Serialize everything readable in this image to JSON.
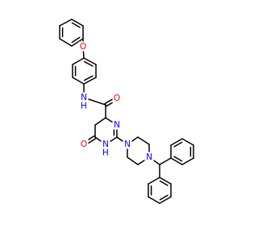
{
  "colors": {
    "bond": "#000000",
    "oxygen": "#ff0000",
    "nitrogen": "#0000ff",
    "background": "#ffffff"
  },
  "atom_labels": {
    "ether_oxygen": "O",
    "amide_nh": "N\nH",
    "amide_oxygen": "O",
    "ring_n_imine": "N",
    "ring_oxo": "O",
    "ring_nh": "N\nH",
    "piperazine_n1": "N",
    "piperazine_n4": "N"
  }
}
